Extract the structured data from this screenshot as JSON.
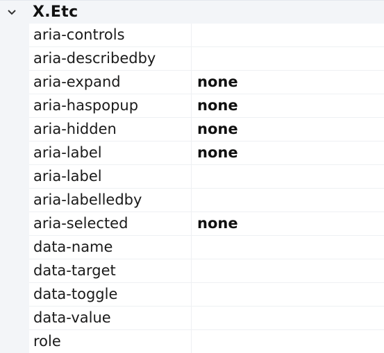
{
  "category": {
    "title": "X.Etc",
    "expander_icon": "chevron-down-icon"
  },
  "properties": [
    {
      "name": "aria-controls",
      "value": ""
    },
    {
      "name": "aria-describedby",
      "value": ""
    },
    {
      "name": "aria-expand",
      "value": "none"
    },
    {
      "name": "aria-haspopup",
      "value": "none"
    },
    {
      "name": "aria-hidden",
      "value": "none"
    },
    {
      "name": "aria-label",
      "value": "none"
    },
    {
      "name": "aria-label",
      "value": ""
    },
    {
      "name": "aria-labelledby",
      "value": ""
    },
    {
      "name": "aria-selected",
      "value": "none"
    },
    {
      "name": "data-name",
      "value": ""
    },
    {
      "name": "data-target",
      "value": ""
    },
    {
      "name": "data-toggle",
      "value": ""
    },
    {
      "name": "data-value",
      "value": ""
    },
    {
      "name": "role",
      "value": ""
    }
  ]
}
